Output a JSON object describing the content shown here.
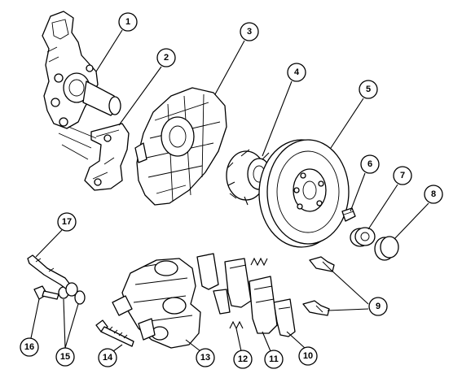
{
  "callouts": [
    {
      "id": 1,
      "label": "1"
    },
    {
      "id": 2,
      "label": "2"
    },
    {
      "id": 3,
      "label": "3"
    },
    {
      "id": 4,
      "label": "4"
    },
    {
      "id": 5,
      "label": "5"
    },
    {
      "id": 6,
      "label": "6"
    },
    {
      "id": 7,
      "label": "7"
    },
    {
      "id": 8,
      "label": "8"
    },
    {
      "id": 9,
      "label": "9"
    },
    {
      "id": 10,
      "label": "10"
    },
    {
      "id": 11,
      "label": "11"
    },
    {
      "id": 12,
      "label": "12"
    },
    {
      "id": 13,
      "label": "13"
    },
    {
      "id": 14,
      "label": "14"
    },
    {
      "id": 15,
      "label": "15"
    },
    {
      "id": 16,
      "label": "16"
    },
    {
      "id": 17,
      "label": "17"
    }
  ]
}
